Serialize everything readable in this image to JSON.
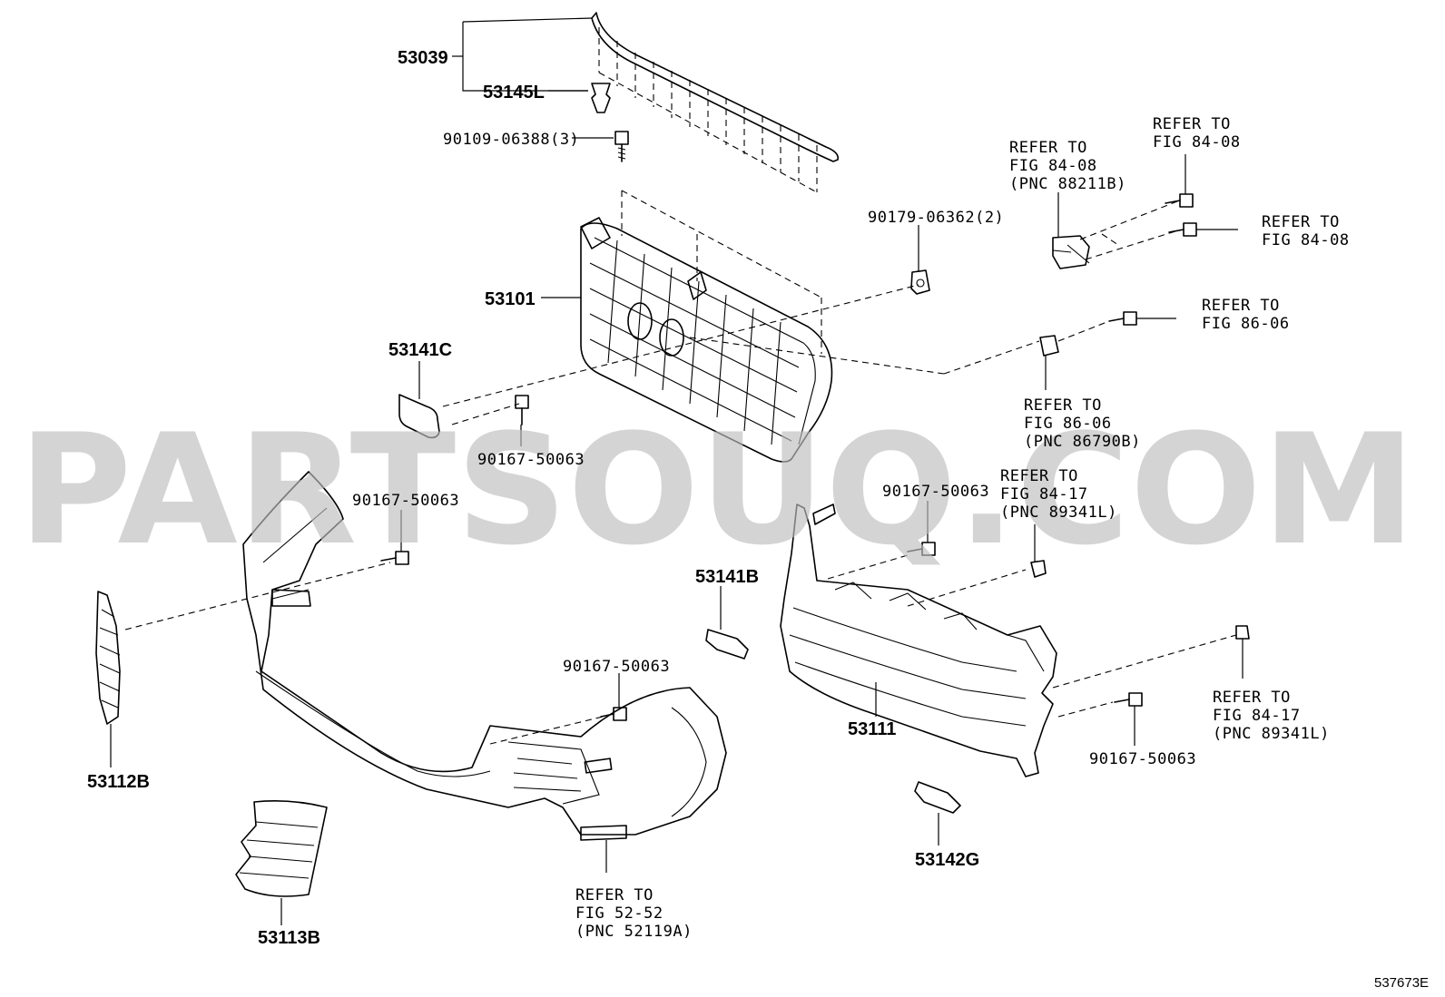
{
  "watermark": "PARTSOUQ.COM",
  "figure_code": "537673E",
  "parts": {
    "p53039": "53039",
    "p53145L": "53145L",
    "p90109": "90109-06388(3)",
    "p53101": "53101",
    "p53141C": "53141C",
    "p90167_a": "90167-50063",
    "p90167_b": "90167-50063",
    "p90167_c": "90167-50063",
    "p90167_d": "90167-50063",
    "p90167_e": "90167-50063",
    "p90179": "90179-06362(2)",
    "p53112B": "53112B",
    "p53113B": "53113B",
    "p53141B": "53141B",
    "p53111": "53111",
    "p53142G": "53142G"
  },
  "refs": {
    "r1": [
      "REFER TO",
      "FIG 84-08",
      "(PNC 88211B)"
    ],
    "r2": [
      "REFER TO",
      "FIG 84-08"
    ],
    "r3": [
      "REFER TO",
      "FIG 84-08"
    ],
    "r4": [
      "REFER TO",
      "FIG 86-06"
    ],
    "r5": [
      "REFER TO",
      "FIG 86-06",
      "(PNC 86790B)"
    ],
    "r6": [
      "REFER TO",
      "FIG 84-17",
      "(PNC 89341L)"
    ],
    "r7": [
      "REFER TO",
      "FIG 84-17",
      "(PNC 89341L)"
    ],
    "r8": [
      "REFER TO",
      "FIG 52-52",
      "(PNC 52119A)"
    ]
  }
}
